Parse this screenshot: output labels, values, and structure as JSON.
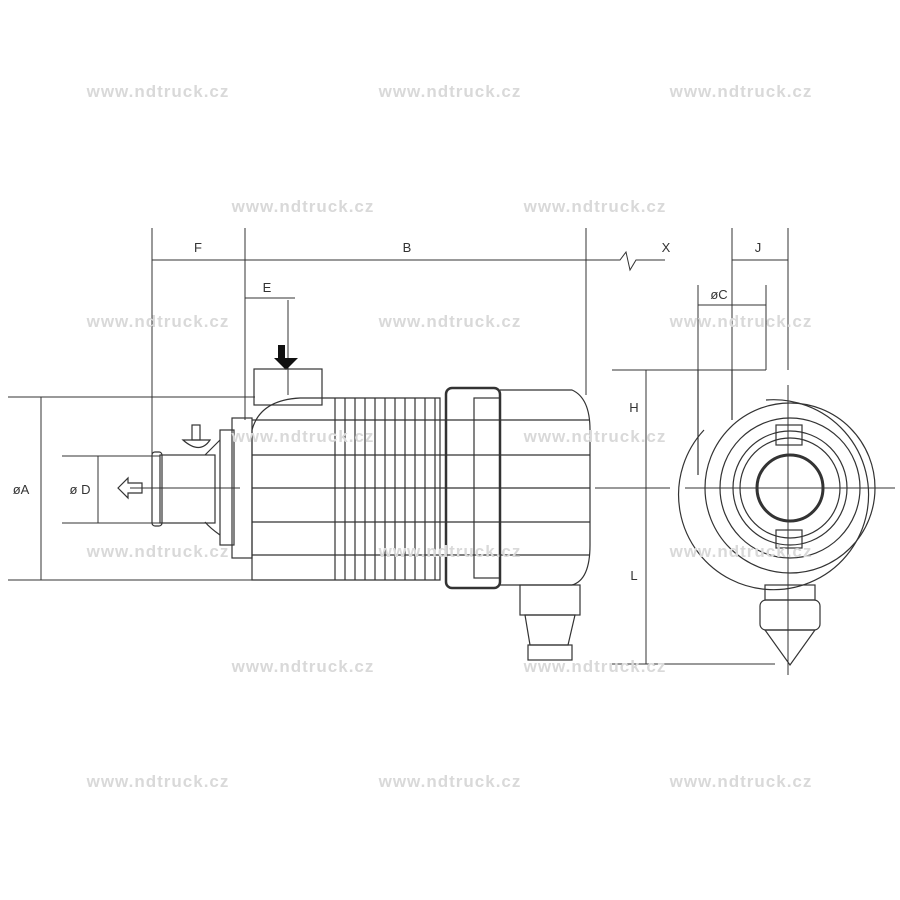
{
  "watermark": "www.ndtruck.cz",
  "dimensions": {
    "F": "F",
    "B": "B",
    "X": "X",
    "E": "E",
    "J": "J",
    "C": "øC",
    "A": "øA",
    "D": "ø D",
    "H": "H",
    "L": "L"
  },
  "colors": {
    "line": "#333333",
    "watermark": "#d9d9d9"
  }
}
